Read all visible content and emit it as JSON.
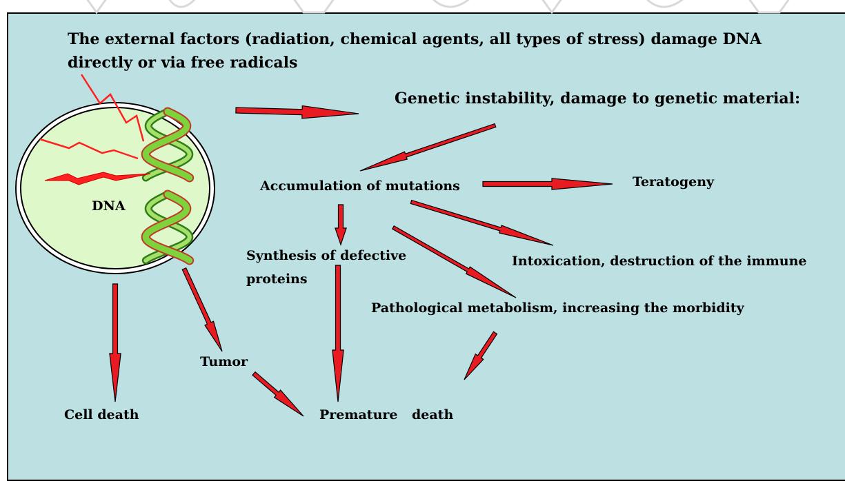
{
  "texts": {
    "title_line1": "The external factors (radiation, chemical agents, all types of stress) damage DNA",
    "title_line2": "directly or via free radicals",
    "genetic": "Genetic instability, damage to genetic material:",
    "dna": "DNA",
    "accumulation": "Accumulation of mutations",
    "teratogeny": "Teratogeny",
    "synthesis_line1": "Synthesis of defective",
    "synthesis_line2": "proteins",
    "intoxication": "Intoxication, destruction of the immune",
    "pathological": "Pathological metabolism, increasing the morbidity",
    "tumor": "Tumor",
    "cell_death": "Cell death",
    "premature": "Premature",
    "death": "death"
  },
  "colors": {
    "background": "#bde0e3",
    "cell_fill": "#def8c9",
    "arrow_fill": "#e81b23",
    "helix_green": "#7ed23c",
    "helix_dark": "#2f7d17",
    "lightning": "#ff2020"
  }
}
